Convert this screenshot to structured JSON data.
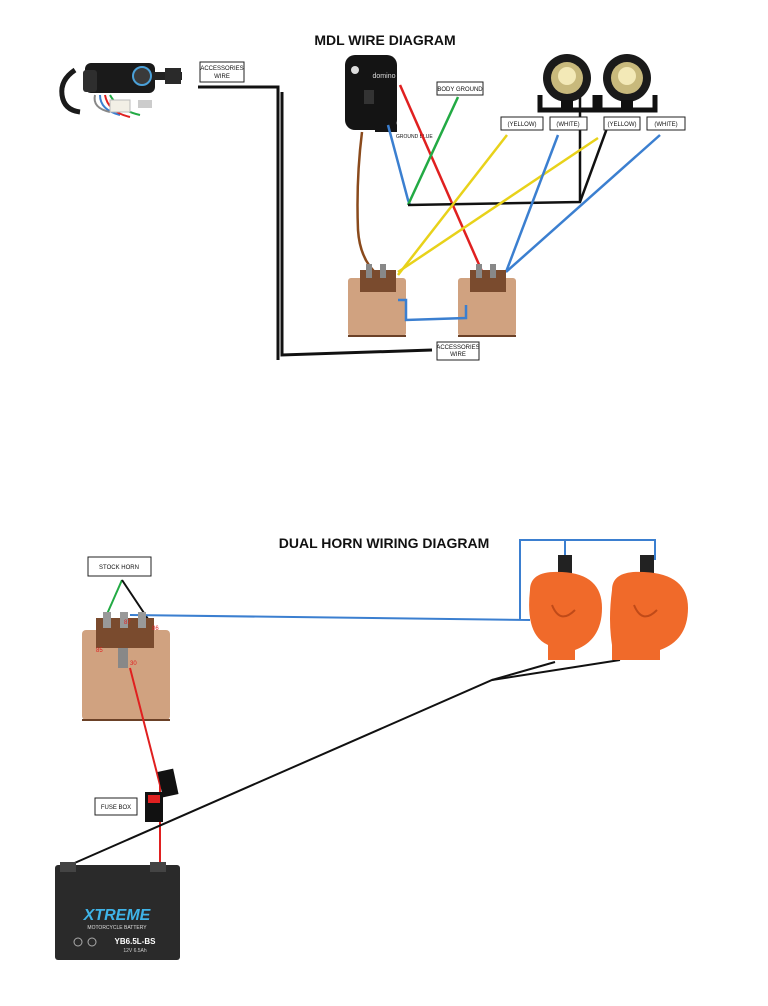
{
  "mdl_diagram": {
    "title": "MDL WIRE DIAGRAM",
    "labels": {
      "accessories_wire_top_1": "ACCESSORIES",
      "accessories_wire_top_2": "WIRE",
      "body_ground": "BODY GROUND",
      "ground_blue": "GROUND BLUE",
      "yellow_1": "(YELLOW)",
      "white_1": "(WHITE)",
      "yellow_2": "(YELLOW)",
      "white_2": "(WHITE)",
      "accessories_wire_bottom_1": "ACCESSORIES",
      "accessories_wire_bottom_2": "WIRE"
    },
    "switch_brand": "domino"
  },
  "horn_diagram": {
    "title": "DUAL HORN WIRING DIAGRAM",
    "labels": {
      "stock_horn": "STOCK HORN",
      "fuse_box": "FUSE BOX",
      "relay_pins": [
        "87",
        "86",
        "85",
        "30"
      ]
    },
    "battery": {
      "brand": "XTREME",
      "subtitle": "MOTORCYCLE BATTERY",
      "model": "YB6.5L-BS",
      "spec": "12V 6.5Ah"
    }
  },
  "colors": {
    "black": "#111111",
    "red": "#e02020",
    "blue": "#3b7fd0",
    "green": "#22aa44",
    "yellow": "#e8d21a",
    "brown": "#8a4a1c",
    "relay_body": "#c8926a",
    "horn": "#f06a2a",
    "battery": "#2a2a2a"
  },
  "icons": [
    "ignition-switch-icon",
    "handlebar-switch-icon",
    "fog-light-icon",
    "relay-icon",
    "horn-icon",
    "fuse-icon",
    "battery-icon"
  ]
}
